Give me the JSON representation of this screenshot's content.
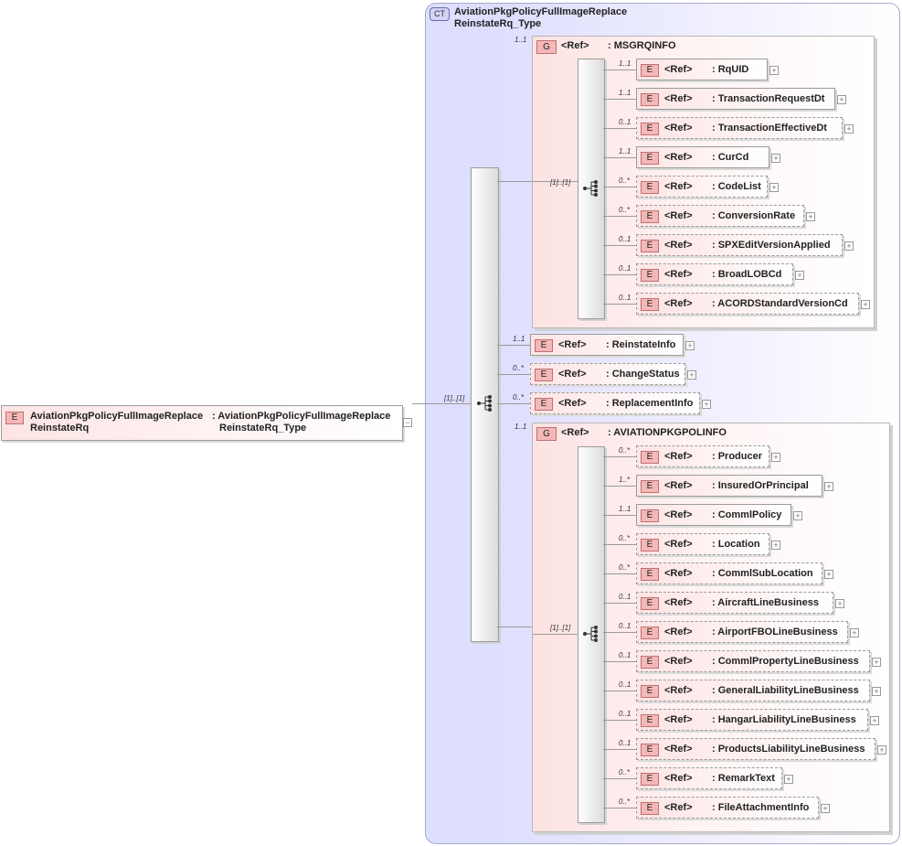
{
  "root": {
    "badge": "E",
    "name_line1": "AviationPkgPolicyFullImageReplace",
    "name_line2": "ReinstateRq",
    "type_line1": ": AviationPkgPolicyFullImageReplace",
    "type_line2": "ReinstateRq_Type",
    "collapse": "−"
  },
  "complex_type": {
    "badge": "CT",
    "title_line1": "AviationPkgPolicyFullImageReplace",
    "title_line2": "ReinstateRq_Type"
  },
  "main_sequence": {
    "cardinality": "[1]..[1]"
  },
  "msgrqinfo_group": {
    "badge": "G",
    "ref": "<Ref>",
    "name": ": MSGRQINFO",
    "cardinality": "1..1",
    "seq_cardinality": "[1]..[1]",
    "elements": [
      {
        "card": "1..1",
        "ref": "<Ref>",
        "name": ": RqUID",
        "optional": false
      },
      {
        "card": "1..1",
        "ref": "<Ref>",
        "name": ": TransactionRequestDt",
        "optional": false
      },
      {
        "card": "0..1",
        "ref": "<Ref>",
        "name": ": TransactionEffectiveDt",
        "optional": true
      },
      {
        "card": "1..1",
        "ref": "<Ref>",
        "name": ": CurCd",
        "optional": false
      },
      {
        "card": "0..*",
        "ref": "<Ref>",
        "name": ": CodeList",
        "optional": true
      },
      {
        "card": "0..*",
        "ref": "<Ref>",
        "name": ": ConversionRate",
        "optional": true
      },
      {
        "card": "0..1",
        "ref": "<Ref>",
        "name": ": SPXEditVersionApplied",
        "optional": true
      },
      {
        "card": "0..1",
        "ref": "<Ref>",
        "name": ": BroadLOBCd",
        "optional": true
      },
      {
        "card": "0..1",
        "ref": "<Ref>",
        "name": ": ACORDStandardVersionCd",
        "optional": true
      }
    ]
  },
  "middle_elements": [
    {
      "card": "1..1",
      "ref": "<Ref>",
      "name": ": ReinstateInfo",
      "optional": false
    },
    {
      "card": "0..*",
      "ref": "<Ref>",
      "name": ": ChangeStatus",
      "optional": true
    },
    {
      "card": "0..*",
      "ref": "<Ref>",
      "name": ": ReplacementInfo",
      "optional": true
    }
  ],
  "aviation_group": {
    "badge": "G",
    "ref": "<Ref>",
    "name": ": AVIATIONPKGPOLINFO",
    "cardinality": "1..1",
    "seq_cardinality": "[1]..[1]",
    "elements": [
      {
        "card": "0..*",
        "ref": "<Ref>",
        "name": ": Producer",
        "optional": true
      },
      {
        "card": "1..*",
        "ref": "<Ref>",
        "name": ": InsuredOrPrincipal",
        "optional": false
      },
      {
        "card": "1..1",
        "ref": "<Ref>",
        "name": ": CommlPolicy",
        "optional": false
      },
      {
        "card": "0..*",
        "ref": "<Ref>",
        "name": ": Location",
        "optional": true
      },
      {
        "card": "0..*",
        "ref": "<Ref>",
        "name": ": CommlSubLocation",
        "optional": true
      },
      {
        "card": "0..1",
        "ref": "<Ref>",
        "name": ": AircraftLineBusiness",
        "optional": true
      },
      {
        "card": "0..1",
        "ref": "<Ref>",
        "name": ": AirportFBOLineBusiness",
        "optional": true
      },
      {
        "card": "0..1",
        "ref": "<Ref>",
        "name": ": CommlPropertyLineBusiness",
        "optional": true
      },
      {
        "card": "0..1",
        "ref": "<Ref>",
        "name": ": GeneralLiabilityLineBusiness",
        "optional": true
      },
      {
        "card": "0..1",
        "ref": "<Ref>",
        "name": ": HangarLiabilityLineBusiness",
        "optional": true
      },
      {
        "card": "0..1",
        "ref": "<Ref>",
        "name": ": ProductsLiabilityLineBusiness",
        "optional": true
      },
      {
        "card": "0..*",
        "ref": "<Ref>",
        "name": ": RemarkText",
        "optional": true
      },
      {
        "card": "0..*",
        "ref": "<Ref>",
        "name": ": FileAttachmentInfo",
        "optional": true
      }
    ]
  },
  "labels": {
    "element_badge": "E",
    "expand": "+"
  }
}
